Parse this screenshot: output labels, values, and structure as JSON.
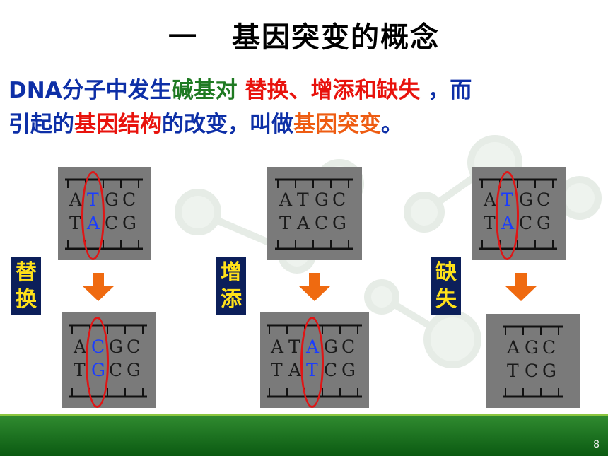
{
  "title": {
    "dash": "一",
    "text": "基因突变的概念"
  },
  "definition": {
    "line1": [
      {
        "text": "DNA分子中发生",
        "color": "blue"
      },
      {
        "text": "碱基对",
        "color": "green"
      },
      {
        "text": "  替换、增添和缺失 ",
        "color": "red"
      },
      {
        "text": "，而",
        "color": "blue"
      }
    ],
    "line2": [
      {
        "text": "引起的",
        "color": "blue"
      },
      {
        "text": "基因结构",
        "color": "red"
      },
      {
        "text": "的改变，叫做",
        "color": "blue"
      },
      {
        "text": "基因突变",
        "color": "orange"
      },
      {
        "text": "。",
        "color": "blue"
      }
    ]
  },
  "panels": {
    "sub_before": {
      "top": [
        "A",
        "T",
        "G",
        "C"
      ],
      "bottom": [
        "T",
        "A",
        "C",
        "G"
      ],
      "highlight": 1
    },
    "sub_after": {
      "top": [
        "A",
        "C",
        "G",
        "C"
      ],
      "bottom": [
        "T",
        "G",
        "C",
        "G"
      ],
      "highlight": 1
    },
    "add_before": {
      "top": [
        "A",
        "T",
        "G",
        "C"
      ],
      "bottom": [
        "T",
        "A",
        "C",
        "G"
      ],
      "highlight": -1
    },
    "add_after": {
      "top": [
        "A",
        "T",
        "A",
        "G",
        "C"
      ],
      "bottom": [
        "T",
        "A",
        "T",
        "C",
        "G"
      ],
      "highlight": 2
    },
    "del_before": {
      "top": [
        "A",
        "T",
        "G",
        "C"
      ],
      "bottom": [
        "T",
        "A",
        "C",
        "G"
      ],
      "highlight": 1
    },
    "del_after": {
      "top": [
        "A",
        "G",
        "C"
      ],
      "bottom": [
        "T",
        "C",
        "G"
      ],
      "highlight": -1
    }
  },
  "labels": {
    "substitution": [
      "替",
      "换"
    ],
    "addition": [
      "增",
      "添"
    ],
    "deletion": [
      "缺",
      "失"
    ]
  },
  "page_number": "8",
  "colors": {
    "blue": "#0d2fa7",
    "green": "#1f7a22",
    "red": "#e8120c",
    "orange": "#ee5c12",
    "label_bg": "#0c1f5a",
    "label_text": "#ffe11a",
    "arrow": "#ef6a10"
  }
}
